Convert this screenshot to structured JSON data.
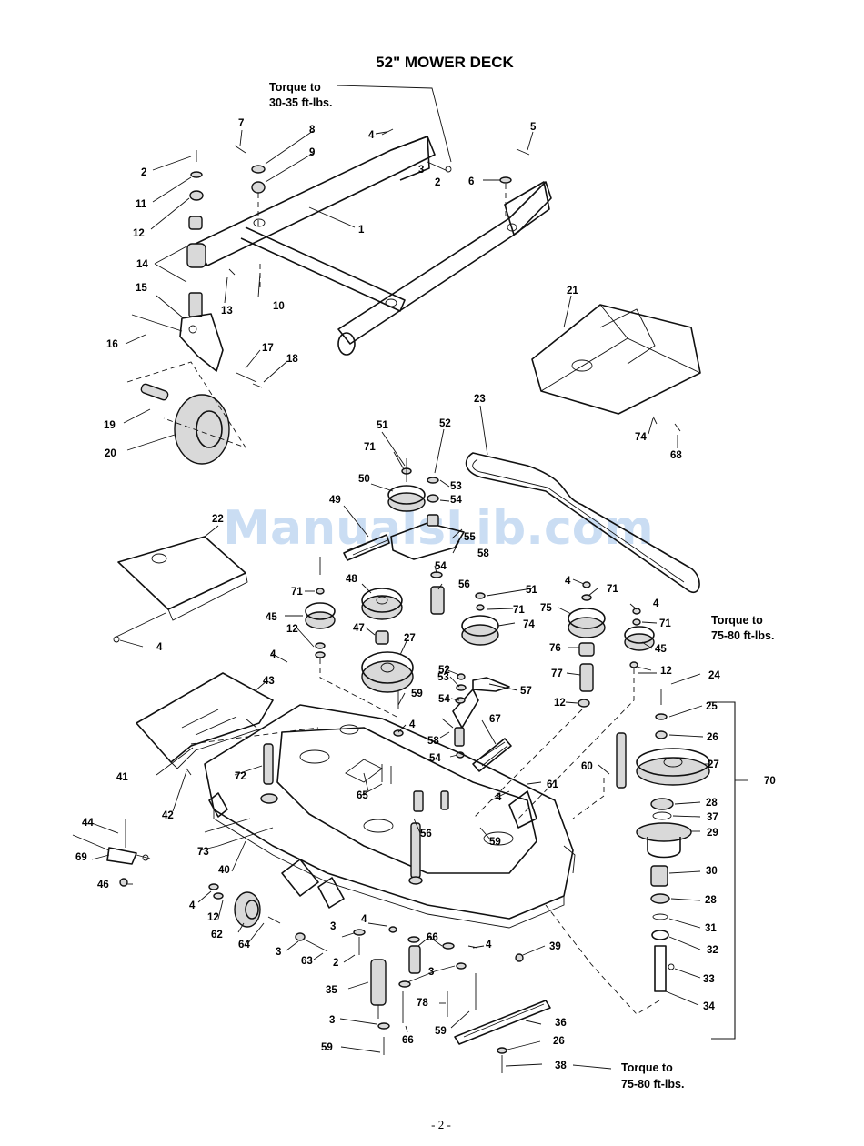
{
  "title": "52\" MOWER DECK",
  "watermark": "ManualsLib.com",
  "page_number": "- 2 -",
  "notes": {
    "torque_top": [
      "Torque to",
      "30-35 ft-lbs."
    ],
    "torque_right": [
      "Torque to",
      "75-80 ft-lbs."
    ],
    "torque_bottom": [
      "Torque to",
      "75-80 ft-lbs."
    ]
  },
  "callouts": {
    "c7": "7",
    "c8": "8",
    "c9": "9",
    "c2a": "2",
    "c11": "11",
    "c12a": "12",
    "c14": "14",
    "c13": "13",
    "c10": "10",
    "c1": "1",
    "c4a": "4",
    "c3a": "3",
    "c2b": "2",
    "c5": "5",
    "c6": "6",
    "c15": "15",
    "c16": "16",
    "c17": "17",
    "c18": "18",
    "c19": "19",
    "c20": "20",
    "c21": "21",
    "c23": "23",
    "c74a": "74",
    "c68": "68",
    "c51a": "51",
    "c52a": "52",
    "c71a": "71",
    "c53a": "53",
    "c50": "50",
    "c54a": "54",
    "c49": "49",
    "c55": "55",
    "c58a": "58",
    "c22": "22",
    "c4b": "4",
    "c48": "48",
    "c71b": "71",
    "c45a": "45",
    "c12b": "12",
    "c47": "47",
    "c27a": "27",
    "c54b": "54",
    "c56a": "56",
    "c51b": "51",
    "c71c": "71",
    "c74b": "74",
    "c4c": "4",
    "c71d": "71",
    "c75": "75",
    "c4d": "4",
    "c71e": "71",
    "c45b": "45",
    "c4e": "4",
    "c52b": "52",
    "c53b": "53",
    "c59a": "59",
    "c57": "57",
    "c76": "76",
    "c77": "77",
    "c12c": "12",
    "c12d": "12",
    "c24": "24",
    "c25": "25",
    "c26a": "26",
    "c27b": "27",
    "c43": "43",
    "c4f": "4",
    "c54c": "54",
    "c58b": "58",
    "c67": "67",
    "c41": "41",
    "c42": "42",
    "c72": "72",
    "c65": "65",
    "c54d": "54",
    "c60": "60",
    "c61": "61",
    "c70": "70",
    "c28a": "28",
    "c37": "37",
    "c29": "29",
    "c4g": "4",
    "c44": "44",
    "c69": "69",
    "c73": "73",
    "c40": "40",
    "c56b": "56",
    "c59b": "59",
    "c30": "30",
    "c46": "46",
    "c4h": "4",
    "c12e": "12",
    "c62": "62",
    "c64": "64",
    "c3b": "3",
    "c63": "63",
    "c2c": "2",
    "c3c": "3",
    "c4i": "4",
    "c66a": "66",
    "c3d": "3",
    "c4j": "4",
    "c39": "39",
    "c28b": "28",
    "c31": "31",
    "c32": "32",
    "c33": "33",
    "c35": "35",
    "c78": "78",
    "c59c": "59",
    "c34": "34",
    "c36": "36",
    "c3e": "3",
    "c66b": "66",
    "c26b": "26",
    "c59d": "59",
    "c38": "38"
  }
}
